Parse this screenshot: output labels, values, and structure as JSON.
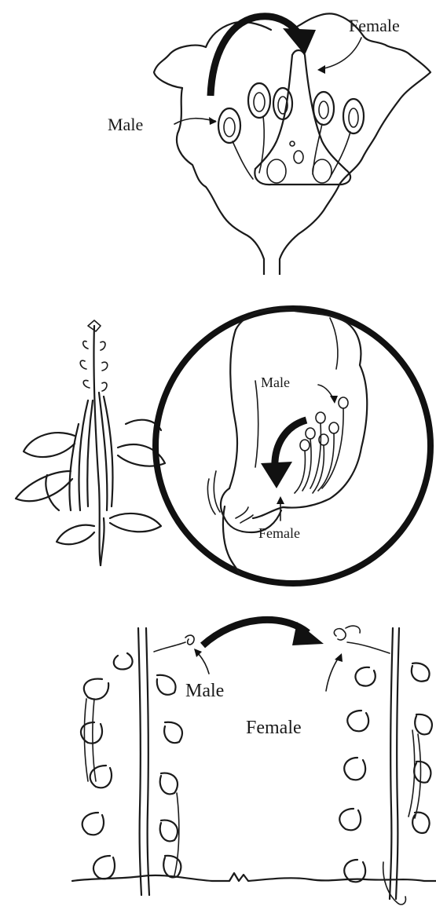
{
  "figures": [
    {
      "male_label": "Male",
      "female_label": "Female"
    },
    {
      "male_label": "Male",
      "female_label": "Female"
    },
    {
      "male_label": "Male",
      "female_label": "Female"
    }
  ]
}
